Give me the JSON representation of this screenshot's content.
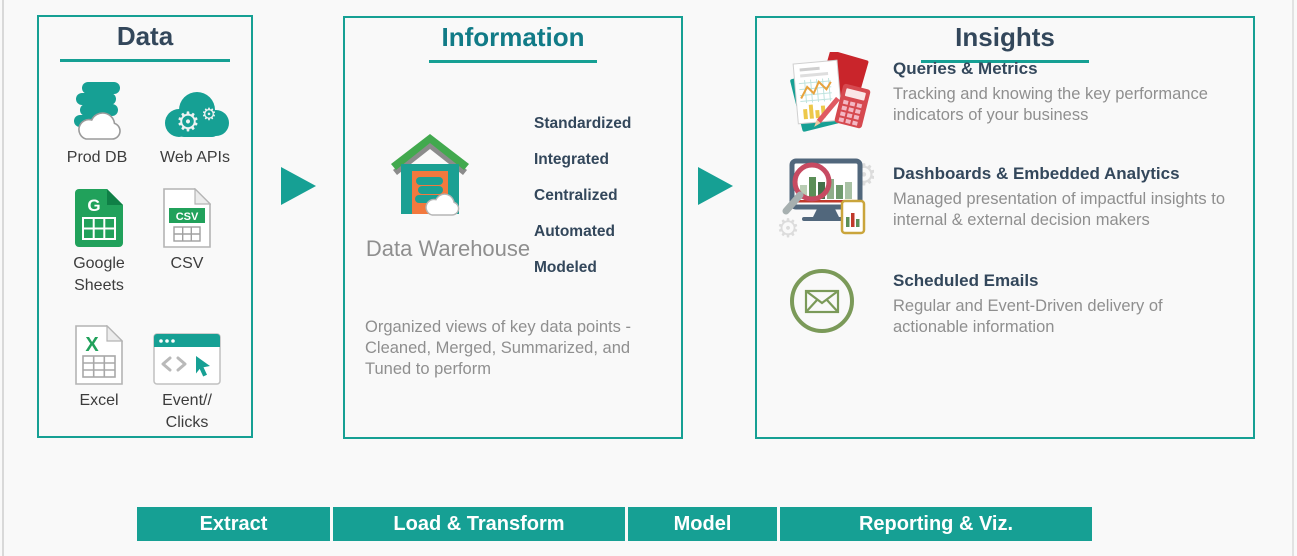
{
  "colors": {
    "teal": "#16a094",
    "teal_title": "#117b87",
    "navy": "#33475b",
    "gray_text": "#8f8f8f",
    "sheet_green": "#21a15b",
    "door_orange": "#f2793e",
    "folder_red": "#c9252b",
    "email_olive": "#7b9a59"
  },
  "data_box": {
    "title": "Data",
    "sources": [
      {
        "label": "Prod DB",
        "icon": "database-cloud-icon"
      },
      {
        "label": "Web APIs",
        "icon": "cloud-gears-icon"
      },
      {
        "label": "Google Sheets",
        "icon": "google-sheets-icon"
      },
      {
        "label": "CSV",
        "icon": "csv-file-icon"
      },
      {
        "label": "Excel",
        "icon": "excel-file-icon"
      },
      {
        "label": "Event// Clicks",
        "icon": "browser-clicks-icon"
      }
    ]
  },
  "information_box": {
    "title": "Information",
    "icon": "warehouse-icon",
    "icon_label": "Data Warehouse",
    "features": [
      "Standardized",
      "Integrated",
      "Centralized",
      "Automated",
      "Modeled"
    ],
    "description": "Organized views of key data points - Cleaned, Merged, Summarized, and Tuned to perform"
  },
  "insights_box": {
    "title": "Insights",
    "items": [
      {
        "icon": "reports-calculator-icon",
        "heading": "Queries & Metrics",
        "description": "Tracking and knowing the key performance indicators of your business"
      },
      {
        "icon": "dashboard-magnifier-icon",
        "heading": "Dashboards & Embedded Analytics",
        "description": "Managed presentation of impactful insights to internal & external decision makers"
      },
      {
        "icon": "email-envelope-icon",
        "heading": "Scheduled Emails",
        "description": "Regular and Event-Driven delivery of actionable information"
      }
    ]
  },
  "pipeline": {
    "stages": [
      {
        "label": "Extract"
      },
      {
        "label": "Load & Transform"
      },
      {
        "label": "Model"
      },
      {
        "label": "Reporting & Viz."
      }
    ]
  },
  "icon_glyphs": {
    "sheets_letter": "G",
    "csv_text": "CSV",
    "excel_letter": "X"
  }
}
